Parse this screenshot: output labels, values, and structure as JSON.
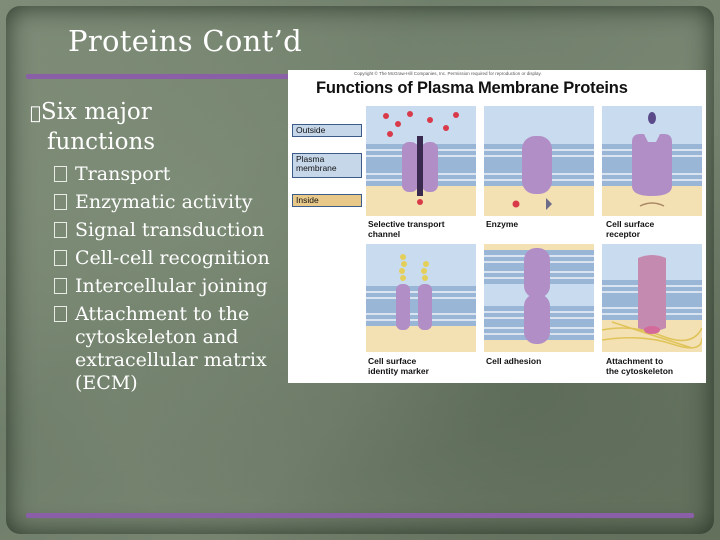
{
  "title": "Proteins Cont’d",
  "main_bullet": {
    "glyph": "",
    "text_line1": "Six major",
    "text_line2": "functions"
  },
  "sub_bullets": [
    {
      "text": "Transport"
    },
    {
      "text": "Enzymatic activity"
    },
    {
      "text": "Signal transduction"
    },
    {
      "text": "Cell-cell recognition"
    },
    {
      "text": "Intercellular joining"
    },
    {
      "text": "Attachment to the cytoskeleton and extracellular matrix (ECM)"
    }
  ],
  "figure": {
    "copyright": "Copyright © The McGraw-Hill Companies, Inc. Permission required for reproduction or display.",
    "title": "Functions of Plasma Membrane Proteins",
    "legend": {
      "outside": "Outside",
      "membrane_line1": "Plasma",
      "membrane_line2": "membrane",
      "inside": "Inside"
    },
    "captions": {
      "transport_line1": "Selective transport",
      "transport_line2": "channel",
      "enzyme": "Enzyme",
      "receptor_line1": "Cell surface",
      "receptor_line2": "receptor",
      "identity_line1": "Cell surface",
      "identity_line2": "identity marker",
      "adhesion": "Cell adhesion",
      "cytoskeleton_line1": "Attachment to",
      "cytoskeleton_line2": "the cytoskeleton"
    }
  },
  "colors": {
    "accent": "#8a5fa8",
    "background": "#727f6c",
    "text": "#ffffff",
    "protein": "#b28ec6"
  }
}
